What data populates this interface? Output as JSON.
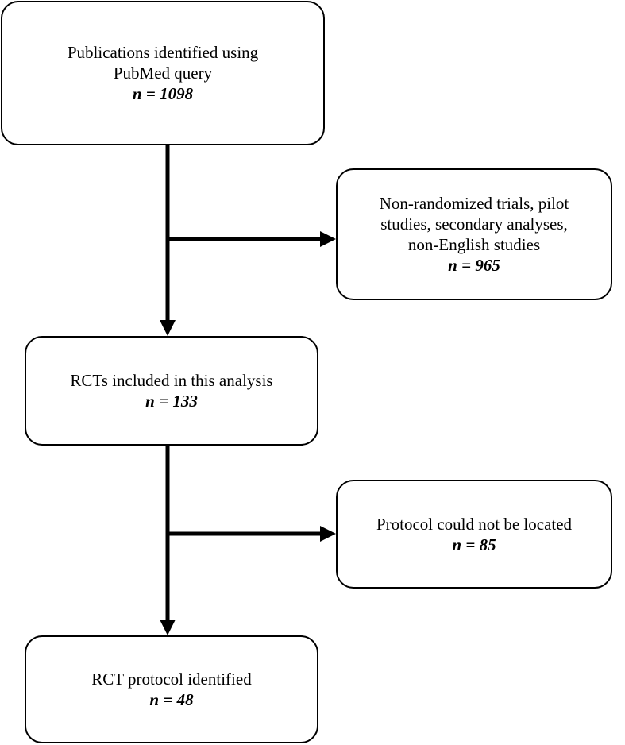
{
  "flow": {
    "boxes": [
      {
        "label_lines": [
          "Publications identified using",
          "PubMed query"
        ],
        "count": "n = 1098"
      },
      {
        "label_lines": [
          "Non-randomized trials, pilot",
          "studies, secondary analyses,",
          "non-English studies"
        ],
        "count": "n = 965"
      },
      {
        "label_lines": [
          "RCTs included in this analysis"
        ],
        "count": "n = 133"
      },
      {
        "label_lines": [
          "Protocol could not be located"
        ],
        "count": "n = 85"
      },
      {
        "label_lines": [
          "RCT protocol identified"
        ],
        "count": "n = 48"
      }
    ]
  }
}
